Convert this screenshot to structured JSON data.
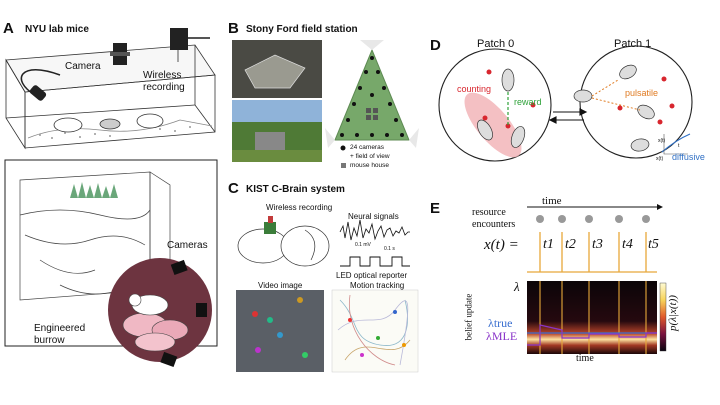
{
  "panel_a": {
    "letter": "A",
    "title": "NYU lab mice",
    "camera_label": "Camera",
    "wireless_label_1": "Wireless",
    "wireless_label_2": "recording",
    "cameras_label": "Cameras",
    "burrow_label_1": "Engineered",
    "burrow_label_2": "burrow"
  },
  "panel_b": {
    "letter": "B",
    "title": "Stony Ford field station",
    "legend_cameras_1": "24 cameras",
    "legend_cameras_2": "+ field of view",
    "legend_house": "mouse house"
  },
  "panel_c": {
    "letter": "C",
    "title": "KIST C-Brain system",
    "wireless_label": "Wireless recording",
    "neural_label": "Neural signals",
    "led_label": "LED optical reporter",
    "video_label": "Video image",
    "motion_label": "Motion tracking",
    "scale_a": "0.1 mV",
    "scale_b": "0.1 s"
  },
  "panel_d": {
    "letter": "D",
    "patch0": "Patch 0",
    "patch1": "Patch 1",
    "counting": "counting",
    "reward": "reward",
    "pulsatile": "pulsatile",
    "diffusive": "diffusive",
    "xt_label": "x(t)",
    "xdt_label": "x(t)",
    "t_label": "t",
    "colors": {
      "counting": "#d8262e",
      "reward": "#2fa23a",
      "pulsatile": "#e07b22",
      "diffusive": "#2f6fc4"
    }
  },
  "panel_e": {
    "letter": "E",
    "time_arrow": "time",
    "resource_1": "resource",
    "resource_2": "encounters",
    "xt_eq": "x(t) =",
    "t_labels": [
      "t1",
      "t2",
      "t3",
      "t4",
      "t5"
    ],
    "lambda": "λ",
    "lambda_true": "λtrue",
    "lambda_mle": "λMLE",
    "belief_update": "belief update",
    "time_bottom": "time",
    "colorbar_label": "p(λ|x(t))",
    "colors": {
      "true": "#3a6fd0",
      "mle": "#8a35c9",
      "pulse": "#e8a83a"
    }
  }
}
